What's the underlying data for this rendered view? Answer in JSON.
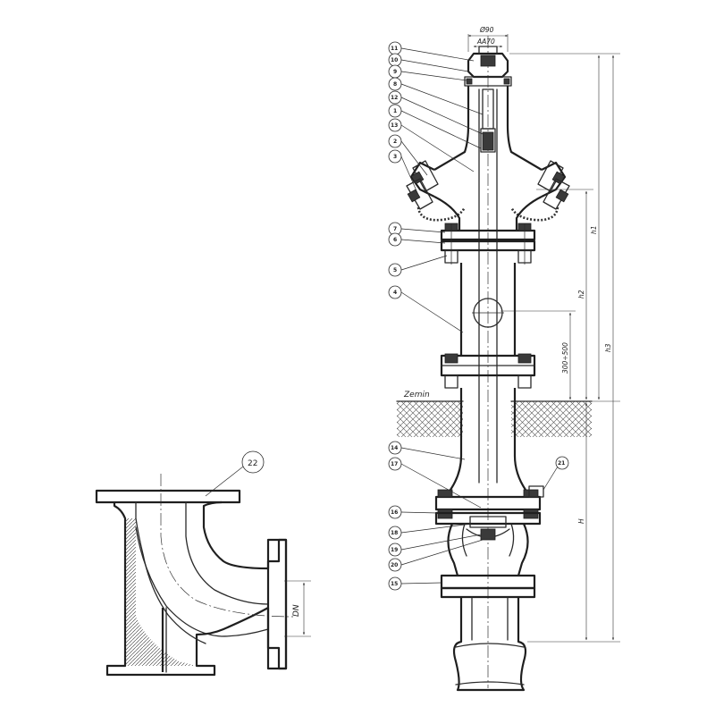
{
  "ground_label": "Zemin",
  "dimensions": {
    "top_diameter": "Ø90",
    "top_square": "AA70",
    "h1": "h1",
    "h2": "h2",
    "h3": "h3",
    "range": "300÷500",
    "H": "H",
    "DN": "DN"
  },
  "part_labels": {
    "p11": "11",
    "p10": "10",
    "p9": "9",
    "p8": "8",
    "p12": "12",
    "p1": "1",
    "p13": "13",
    "p2": "2",
    "p3": "3",
    "p7": "7",
    "p6": "6",
    "p5": "5",
    "p4": "4",
    "p14": "14",
    "p17": "17",
    "p16": "16",
    "p18": "18",
    "p19": "19",
    "p20": "20",
    "p15": "15",
    "p21": "21",
    "p22": "22"
  }
}
